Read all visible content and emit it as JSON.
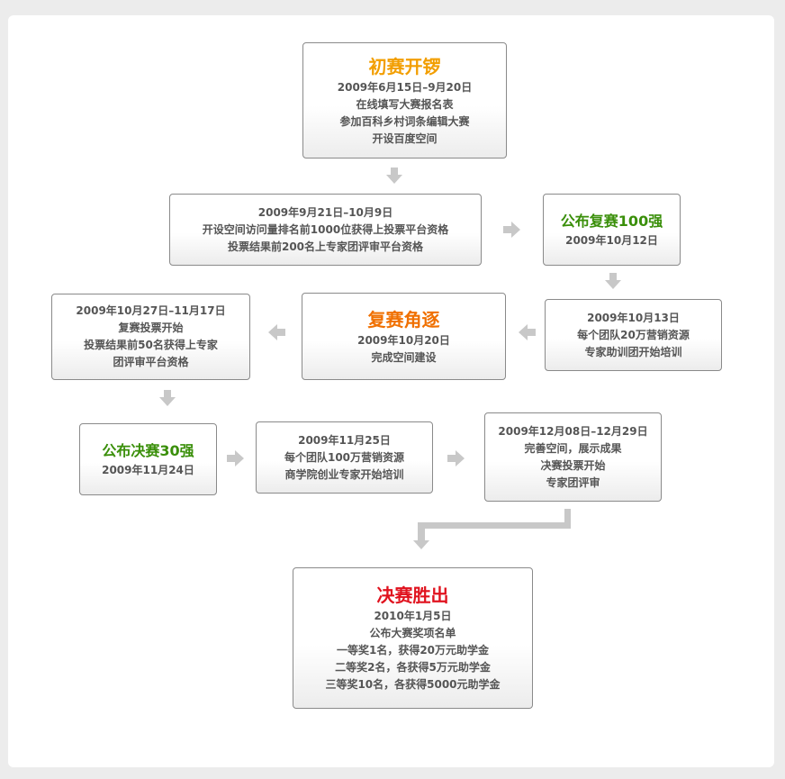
{
  "stages": {
    "prelim": {
      "title": "初赛开锣",
      "lines": [
        "2009年6月15日–9月20日",
        "在线填写大赛报名表",
        "参加百科乡村词条编辑大赛",
        "开设百度空间"
      ]
    },
    "visits": {
      "lines": [
        "2009年9月21日–10月9日",
        "开设空间访问量排名前1000位获得上投票平台资格",
        "投票结果前200名上专家团评审平台资格"
      ]
    },
    "top100": {
      "title": "公布复赛100强",
      "lines": [
        "2009年10月12日"
      ]
    },
    "training20": {
      "lines": [
        "2009年10月13日",
        "每个团队20万营销资源",
        "专家助训团开始培训"
      ]
    },
    "semifinal": {
      "title": "复赛角逐",
      "lines": [
        "2009年10月20日",
        "完成空间建设"
      ]
    },
    "semivote": {
      "lines": [
        "2009年10月27日–11月17日",
        "复赛投票开始",
        "投票结果前50名获得上专家",
        "团评审平台资格"
      ]
    },
    "top30": {
      "title": "公布决赛30强",
      "lines": [
        "2009年11月24日"
      ]
    },
    "training100": {
      "lines": [
        "2009年11月25日",
        "每个团队100万营销资源",
        "商学院创业专家开始培训"
      ]
    },
    "finalvote": {
      "lines": [
        "2009年12月08日–12月29日",
        "完善空间，展示成果",
        "决赛投票开始",
        "专家团评审"
      ]
    },
    "winner": {
      "title": "决赛胜出",
      "lines": [
        "2010年1月5日",
        "公布大赛奖项名单",
        "一等奖1名，获得20万元助学金",
        "二等奖2名，各获得5万元助学金",
        "三等奖10名，各获得5000元助学金"
      ]
    }
  },
  "colors": {
    "arrow": "#c8c8c8",
    "orange": "#f29e00",
    "deep_orange": "#f07000",
    "green": "#3a8f0a",
    "red": "#e0121e"
  }
}
